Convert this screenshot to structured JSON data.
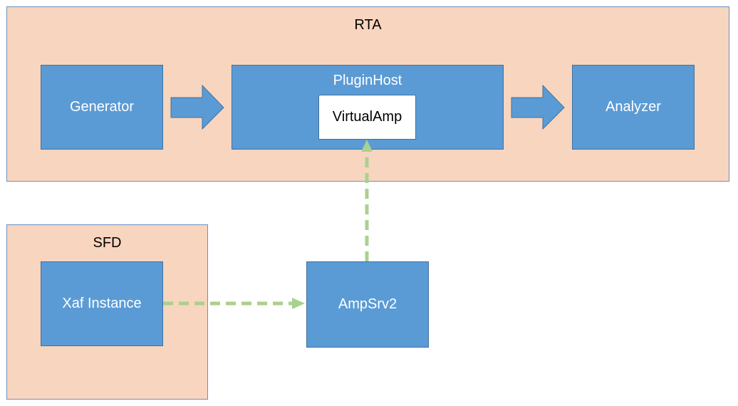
{
  "containers": {
    "rta": {
      "label": "RTA"
    },
    "sfd": {
      "label": "SFD"
    }
  },
  "blocks": {
    "generator": "Generator",
    "plugin_host": "PluginHost",
    "virtual_amp": "VirtualAmp",
    "analyzer": "Analyzer",
    "xaf_instance": "Xaf Instance",
    "ampsrv2": "AmpSrv2"
  },
  "colors": {
    "container_fill": "#f8d5bf",
    "block_fill": "#5b9bd5",
    "dashed_arrow": "#a9d18e"
  }
}
